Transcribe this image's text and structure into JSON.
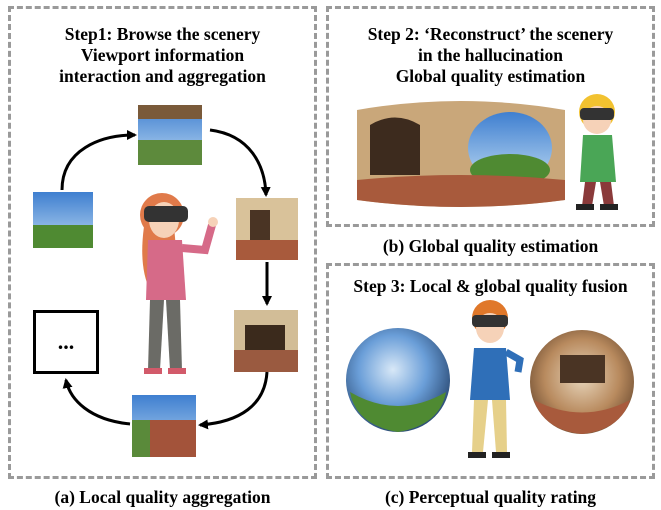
{
  "step1": {
    "title_line1": "Step1: Browse the scenery",
    "title_line2": "Viewport information",
    "title_line3": "interaction and aggregation",
    "ellipsis": "..."
  },
  "step2": {
    "title_line1": "Step 2: ‘Reconstruct’ the scenery",
    "title_line2": "in the hallucination",
    "title_line3": "Global quality estimation"
  },
  "step3": {
    "title": "Step 3: Local & global quality fusion"
  },
  "captions": {
    "a": "(a) Local quality aggregation",
    "b": "(b) Global quality estimation",
    "c": "(c) Perceptual quality rating"
  }
}
